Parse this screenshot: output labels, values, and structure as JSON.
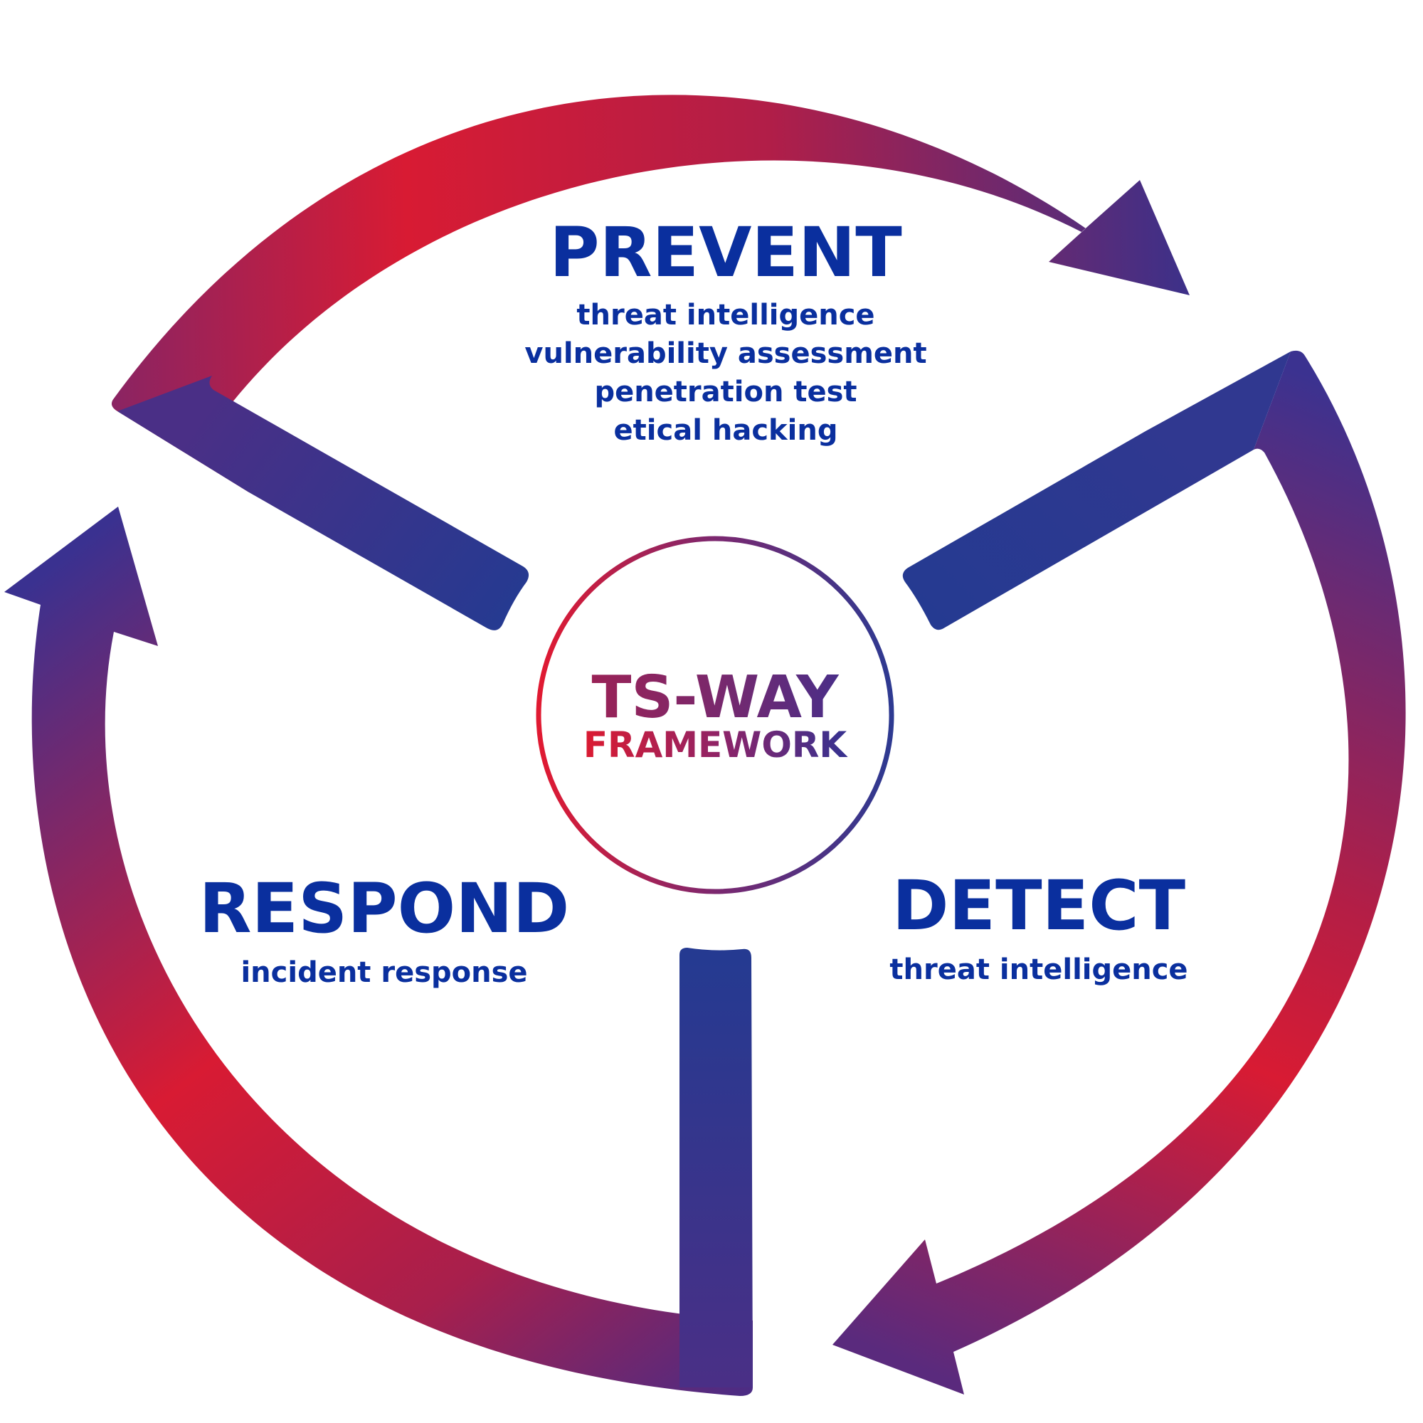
{
  "center": {
    "title": "TS-WAY",
    "subtitle": "FRAMEWORK"
  },
  "segments": [
    {
      "id": "prevent",
      "title": "PREVENT",
      "items": [
        "threat intelligence",
        "vulnerability assessment",
        "penetration test",
        "etical hacking"
      ]
    },
    {
      "id": "detect",
      "title": "DETECT",
      "items": [
        "threat intelligence"
      ]
    },
    {
      "id": "respond",
      "title": "RESPOND",
      "items": [
        "incident response"
      ]
    }
  ],
  "colors": {
    "text": "#0a2f9e",
    "red": "#d81b33",
    "blue": "#253a91",
    "purple": "#6a2a75"
  }
}
